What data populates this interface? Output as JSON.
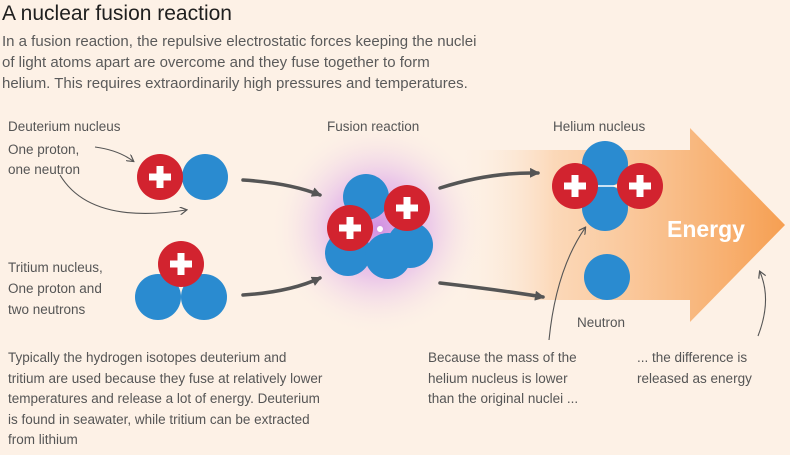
{
  "title": "A nuclear fusion reaction",
  "intro_lines": [
    "In a fusion reaction, the repulsive electrostatic forces keeping the nuclei",
    "of light atoms apart are overcome and they fuse together to form",
    "helium. This requires extraordinarily high pressures and temperatures."
  ],
  "labels": {
    "deuterium_nucleus": "Deuterium nucleus",
    "deuterium_desc_line1": "One proton,",
    "deuterium_desc_line2": "one neutron",
    "tritium_line1": "Tritium nucleus,",
    "tritium_line2": "One proton and",
    "tritium_line3": "two neutrons",
    "fusion_reaction": "Fusion reaction",
    "helium_nucleus": "Helium nucleus",
    "neutron": "Neutron",
    "energy": "Energy"
  },
  "notes": {
    "isotopes_lines": [
      "Typically the hydrogen isotopes deuterium and",
      "tritium are used because they fuse at relatively lower",
      "temperatures and release a lot of energy. Deuterium",
      "is found in seawater, while tritium can be extracted",
      "from lithium"
    ],
    "mass_lines": [
      "Because the mass of the",
      "helium nucleus is lower",
      "than the original nuclei ..."
    ],
    "difference_lines": [
      "... the difference is",
      "released as energy"
    ]
  },
  "colors": {
    "background": "#fdf1e6",
    "proton_red": "#d2232f",
    "neutron_blue": "#2a8bd0",
    "energy_orange": "#f7a55d",
    "arrow_gray": "#555555"
  }
}
